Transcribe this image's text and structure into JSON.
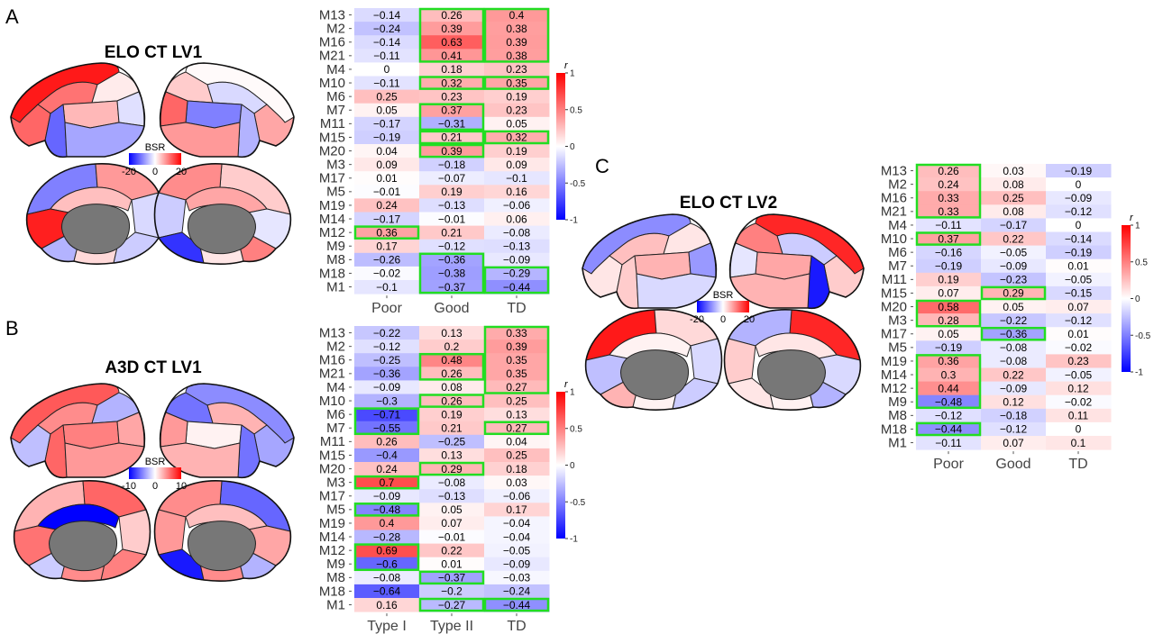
{
  "panels": [
    {
      "letter": "A",
      "title": "ELO CT LV1",
      "colorbar_label": "BSR",
      "colorbar_ticks": [
        "-20",
        "0",
        "20"
      ]
    },
    {
      "letter": "B",
      "title": "A3D CT LV1",
      "colorbar_label": "BSR",
      "colorbar_ticks": [
        "-10",
        "0",
        "10"
      ]
    },
    {
      "letter": "C",
      "title": "ELO CT LV2",
      "colorbar_label": "BSR",
      "colorbar_ticks": [
        "-20",
        "0",
        "20"
      ]
    }
  ],
  "colors": {
    "negative": "#0000ff",
    "neutral": "#ffffff",
    "positive": "#ff0000",
    "highlight": "#22dd22",
    "cortex_medial_wall": "#777777"
  },
  "chart_data": [
    {
      "type": "heatmap",
      "panel": "A",
      "rows": [
        "M13",
        "M2",
        "M16",
        "M21",
        "M4",
        "M10",
        "M6",
        "M7",
        "M11",
        "M15",
        "M20",
        "M3",
        "M17",
        "M5",
        "M19",
        "M14",
        "M12",
        "M9",
        "M8",
        "M18",
        "M1"
      ],
      "columns": [
        "Poor",
        "Good",
        "TD"
      ],
      "values": [
        [
          -0.14,
          0.26,
          0.4
        ],
        [
          -0.24,
          0.39,
          0.38
        ],
        [
          -0.14,
          0.63,
          0.39
        ],
        [
          -0.11,
          0.41,
          0.38
        ],
        [
          0,
          0.18,
          0.23
        ],
        [
          -0.11,
          0.32,
          0.35
        ],
        [
          0.25,
          0.23,
          0.19
        ],
        [
          0.05,
          0.37,
          0.23
        ],
        [
          -0.17,
          -0.31,
          0.05
        ],
        [
          -0.19,
          0.21,
          0.32
        ],
        [
          0.04,
          0.39,
          0.19
        ],
        [
          0.09,
          -0.18,
          0.09
        ],
        [
          0.01,
          -0.07,
          -0.1
        ],
        [
          -0.01,
          0.19,
          0.16
        ],
        [
          0.24,
          -0.13,
          -0.06
        ],
        [
          -0.17,
          -0.01,
          0.06
        ],
        [
          0.36,
          0.21,
          -0.08
        ],
        [
          0.17,
          -0.12,
          -0.13
        ],
        [
          -0.26,
          -0.36,
          -0.09
        ],
        [
          -0.02,
          -0.38,
          -0.29
        ],
        [
          -0.1,
          -0.37,
          -0.44
        ]
      ],
      "highlight_boxes": [
        {
          "col": 1,
          "rows": [
            0,
            3
          ]
        },
        {
          "col": 2,
          "rows": [
            0,
            3
          ]
        },
        {
          "col": 1,
          "rows": [
            5,
            5
          ]
        },
        {
          "col": 2,
          "rows": [
            5,
            5
          ]
        },
        {
          "col": 1,
          "rows": [
            7,
            8
          ]
        },
        {
          "col": 1,
          "rows": [
            9,
            9
          ]
        },
        {
          "col": 2,
          "rows": [
            9,
            9
          ]
        },
        {
          "col": 1,
          "rows": [
            10,
            10
          ]
        },
        {
          "col": 0,
          "rows": [
            16,
            16
          ]
        },
        {
          "col": 1,
          "rows": [
            18,
            20
          ]
        },
        {
          "col": 2,
          "rows": [
            19,
            20
          ]
        }
      ],
      "legend_title": "r",
      "legend_ticks": [
        "1",
        "0.5",
        "0",
        "-0.5",
        "-1"
      ],
      "scale": [
        -1,
        1
      ]
    },
    {
      "type": "heatmap",
      "panel": "B",
      "rows": [
        "M13",
        "M2",
        "M16",
        "M21",
        "M4",
        "M10",
        "M6",
        "M7",
        "M11",
        "M15",
        "M20",
        "M3",
        "M17",
        "M5",
        "M19",
        "M14",
        "M12",
        "M9",
        "M8",
        "M18",
        "M1"
      ],
      "columns": [
        "Type I",
        "Type II",
        "TD"
      ],
      "values": [
        [
          -0.22,
          0.13,
          0.33
        ],
        [
          -0.12,
          0.2,
          0.39
        ],
        [
          -0.25,
          0.48,
          0.35
        ],
        [
          -0.36,
          0.26,
          0.35
        ],
        [
          -0.09,
          0.08,
          0.27
        ],
        [
          -0.3,
          0.26,
          0.25
        ],
        [
          -0.71,
          0.19,
          0.13
        ],
        [
          -0.55,
          0.21,
          0.27
        ],
        [
          0.26,
          -0.25,
          0.04
        ],
        [
          -0.4,
          0.13,
          0.25
        ],
        [
          0.24,
          0.29,
          0.18
        ],
        [
          0.7,
          -0.08,
          0.03
        ],
        [
          -0.09,
          -0.13,
          -0.06
        ],
        [
          -0.48,
          0.05,
          0.17
        ],
        [
          0.4,
          0.07,
          -0.04
        ],
        [
          -0.28,
          -0.01,
          -0.04
        ],
        [
          0.69,
          0.22,
          -0.05
        ],
        [
          -0.6,
          0.01,
          -0.09
        ],
        [
          -0.08,
          -0.37,
          -0.03
        ],
        [
          -0.64,
          -0.2,
          -0.24
        ],
        [
          0.16,
          -0.27,
          -0.44
        ]
      ],
      "highlight_boxes": [
        {
          "col": 2,
          "rows": [
            0,
            4
          ]
        },
        {
          "col": 1,
          "rows": [
            2,
            3
          ]
        },
        {
          "col": 1,
          "rows": [
            5,
            5
          ]
        },
        {
          "col": 0,
          "rows": [
            6,
            7
          ]
        },
        {
          "col": 2,
          "rows": [
            7,
            7
          ]
        },
        {
          "col": 1,
          "rows": [
            10,
            10
          ]
        },
        {
          "col": 0,
          "rows": [
            11,
            11
          ]
        },
        {
          "col": 0,
          "rows": [
            13,
            13
          ]
        },
        {
          "col": 0,
          "rows": [
            16,
            17
          ]
        },
        {
          "col": 1,
          "rows": [
            18,
            18
          ]
        },
        {
          "col": 1,
          "rows": [
            20,
            20
          ]
        },
        {
          "col": 2,
          "rows": [
            20,
            20
          ]
        }
      ],
      "legend_title": "r",
      "legend_ticks": [
        "1",
        "0.5",
        "0",
        "-0.5",
        "-1"
      ],
      "scale": [
        -1,
        1
      ]
    },
    {
      "type": "heatmap",
      "panel": "C",
      "rows": [
        "M13",
        "M2",
        "M16",
        "M21",
        "M4",
        "M10",
        "M6",
        "M7",
        "M11",
        "M15",
        "M20",
        "M3",
        "M17",
        "M5",
        "M19",
        "M14",
        "M12",
        "M9",
        "M8",
        "M18",
        "M1"
      ],
      "columns": [
        "Poor",
        "Good",
        "TD"
      ],
      "values": [
        [
          0.26,
          0.03,
          -0.19
        ],
        [
          0.24,
          0.08,
          0
        ],
        [
          0.33,
          0.25,
          -0.09
        ],
        [
          0.33,
          0.08,
          -0.12
        ],
        [
          -0.11,
          -0.17,
          0
        ],
        [
          0.37,
          0.22,
          -0.14
        ],
        [
          -0.16,
          -0.05,
          -0.19
        ],
        [
          -0.19,
          -0.09,
          0.01
        ],
        [
          0.19,
          -0.23,
          -0.05
        ],
        [
          0.07,
          0.29,
          -0.15
        ],
        [
          0.58,
          0.05,
          0.07
        ],
        [
          0.28,
          -0.22,
          -0.12
        ],
        [
          0.05,
          -0.36,
          0.01
        ],
        [
          -0.19,
          -0.08,
          -0.02
        ],
        [
          0.36,
          -0.08,
          0.23
        ],
        [
          0.3,
          0.22,
          -0.05
        ],
        [
          0.44,
          -0.09,
          0.12
        ],
        [
          -0.48,
          0.12,
          -0.02
        ],
        [
          -0.12,
          -0.18,
          0.11
        ],
        [
          -0.44,
          -0.12,
          0
        ],
        [
          -0.11,
          0.07,
          0.1
        ]
      ],
      "highlight_boxes": [
        {
          "col": 0,
          "rows": [
            0,
            3
          ]
        },
        {
          "col": 0,
          "rows": [
            5,
            5
          ]
        },
        {
          "col": 1,
          "rows": [
            9,
            9
          ]
        },
        {
          "col": 0,
          "rows": [
            10,
            11
          ]
        },
        {
          "col": 1,
          "rows": [
            12,
            12
          ]
        },
        {
          "col": 0,
          "rows": [
            14,
            17
          ]
        },
        {
          "col": 0,
          "rows": [
            19,
            19
          ]
        }
      ],
      "legend_title": "r",
      "legend_ticks": [
        "1",
        "0.5",
        "0",
        "-0.5",
        "-1"
      ],
      "scale": [
        -1,
        1
      ]
    }
  ],
  "brains": [
    {
      "panel": "A",
      "values": [
        [
          0.9,
          0.55,
          0.08,
          0.28,
          -0.12,
          0.6,
          -0.6,
          -0.35
        ],
        [
          0.02,
          -0.15,
          0.2,
          -0.5,
          0.6,
          0.35,
          -0.3,
          0.4
        ],
        [
          -0.5,
          0.4,
          -0.15,
          0.25,
          0.88,
          -0.3,
          -0.2,
          0.15
        ],
        [
          0.2,
          0.45,
          -0.2,
          0.35,
          -0.1,
          0.5,
          -0.8,
          0.1
        ]
      ]
    },
    {
      "panel": "B",
      "values": [
        [
          0.65,
          0.45,
          -0.3,
          0.5,
          0.35,
          -0.25,
          0.6,
          0.4
        ],
        [
          -0.45,
          0.3,
          -0.55,
          0.05,
          0.4,
          -0.35,
          -0.55,
          0.3
        ],
        [
          0.3,
          0.6,
          0.2,
          -1.0,
          0.55,
          -0.2,
          0.5,
          0.45
        ],
        [
          -0.6,
          0.45,
          0.4,
          0.25,
          0.35,
          -0.3,
          -0.9,
          0.45
        ]
      ]
    },
    {
      "panel": "C",
      "values": [
        [
          -0.45,
          0.25,
          0.1,
          0.3,
          -0.4,
          0.1,
          0.2,
          -0.15
        ],
        [
          0.85,
          -0.2,
          0.5,
          0.35,
          -0.1,
          0.2,
          -0.9,
          0.3
        ],
        [
          0.9,
          0.15,
          -0.15,
          0.05,
          -0.25,
          0.3,
          -0.2,
          0.05
        ],
        [
          0.85,
          -0.3,
          0.2,
          0.1,
          -0.15,
          -0.3,
          0.1,
          0.05
        ]
      ]
    }
  ]
}
